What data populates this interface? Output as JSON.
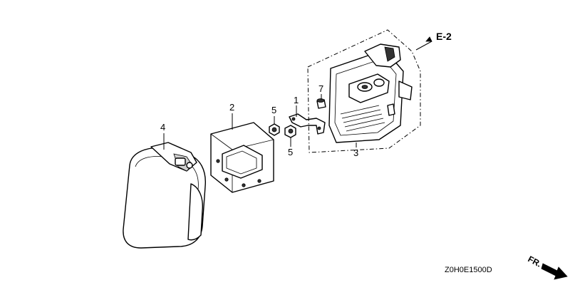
{
  "callouts": {
    "c1": "1",
    "c2": "2",
    "c3": "3",
    "c4": "4",
    "c5a": "5",
    "c5b": "5",
    "c7": "7"
  },
  "reference": "E-2",
  "drawing_code": "Z0H0E1500D",
  "direction_label": "FR."
}
